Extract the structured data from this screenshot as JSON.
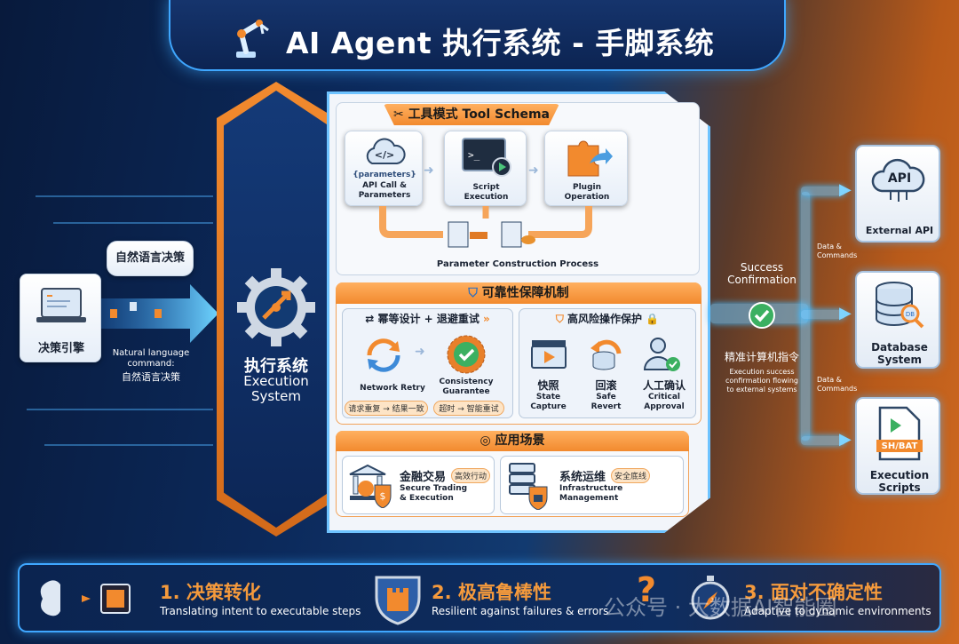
{
  "title": "AI Agent 执行系统 - 手脚系统",
  "left": {
    "decision_engine": "决策引擎",
    "bubble": "自然语言决策",
    "caption_en": "Natural language command:",
    "caption_zh": "自然语言决策"
  },
  "execution": {
    "zh": "执行系统",
    "en1": "Execution",
    "en2": "System"
  },
  "tool_schema": {
    "title": "工具模式 Tool Schema",
    "cards": [
      {
        "tag": "{parameters}",
        "label1": "API Call &",
        "label2": "Parameters"
      },
      {
        "label1": "Script",
        "label2": "Execution"
      },
      {
        "label1": "Plugin",
        "label2": "Operation"
      }
    ],
    "process": "Parameter Construction Process"
  },
  "reliability": {
    "title": "可靠性保障机制",
    "idempotent": {
      "title": "幂等设计 + 退避重试",
      "items": [
        "Network Retry",
        "Consistency Guarantee"
      ],
      "pills": [
        "请求重复 → 结果一致",
        "超时 → 智能重试"
      ]
    },
    "high_risk": {
      "title": "高风险操作保护",
      "items": [
        {
          "zh": "快照",
          "en1": "State",
          "en2": "Capture"
        },
        {
          "zh": "回滚",
          "en1": "Safe",
          "en2": "Revert"
        },
        {
          "zh": "人工确认",
          "en1": "Critical",
          "en2": "Approval"
        }
      ]
    }
  },
  "scenarios": {
    "title": "应用场景",
    "items": [
      {
        "zh": "金融交易",
        "badge": "高效行动",
        "en1": "Secure Trading",
        "en2": "& Execution"
      },
      {
        "zh": "系统运维",
        "badge": "安全底线",
        "en1": "Infrastructure",
        "en2": "Management"
      }
    ]
  },
  "right": {
    "success": "Success Confirmation",
    "precise": "精准计算机指令",
    "caption": [
      "Execution success",
      "confirmation flowing",
      "to external systems"
    ],
    "data_commands": "Data & Commands",
    "targets": [
      {
        "icon": "API",
        "label": "External API"
      },
      {
        "icon": "DB",
        "label1": "Database",
        "label2": "System"
      },
      {
        "icon": "SH/BAT",
        "label1": "Execution",
        "label2": "Scripts"
      }
    ]
  },
  "bottom": [
    {
      "title": "1. 决策转化",
      "sub": "Translating intent to executable steps"
    },
    {
      "title": "2. 极高鲁棒性",
      "sub": "Resilient against failures & errors"
    },
    {
      "title": "3. 面对不确定性",
      "sub": "Adaptive to dynamic environments"
    }
  ],
  "watermark": "公众号 · 大数据AI智能圈",
  "colors": {
    "accent_orange": "#f28a2e",
    "accent_blue": "#3fa7ff",
    "navy": "#0b2350"
  }
}
